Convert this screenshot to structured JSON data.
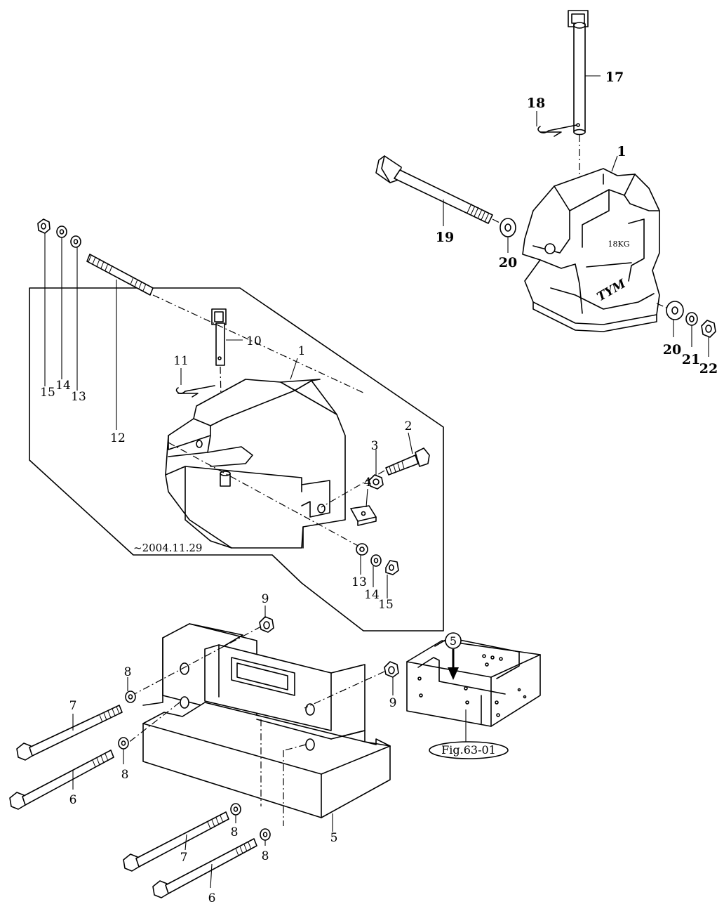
{
  "callouts": {
    "c1_top": "1",
    "c17": "17",
    "c18": "18",
    "c19": "19",
    "c20a": "20",
    "c20b": "20",
    "c21": "21",
    "c22": "22",
    "c10": "10",
    "c11": "11",
    "c1_inset": "1",
    "c15a": "15",
    "c14a": "14",
    "c13a": "13",
    "c12": "12",
    "c2": "2",
    "c3": "3",
    "c4": "4",
    "c13b": "13",
    "c14b": "14",
    "c15b": "15",
    "c9a": "9",
    "c9b": "9",
    "c8a": "8",
    "c8b": "8",
    "c8c": "8",
    "c8d": "8",
    "c7a": "7",
    "c6a": "6",
    "c7b": "7",
    "c6b": "6",
    "c5": "5"
  },
  "weight_label": "18KG",
  "logo_text": "TYM",
  "inset_note": "~2004.11.29",
  "figure_ref": "Fig.63-01",
  "circled_ref": "5"
}
